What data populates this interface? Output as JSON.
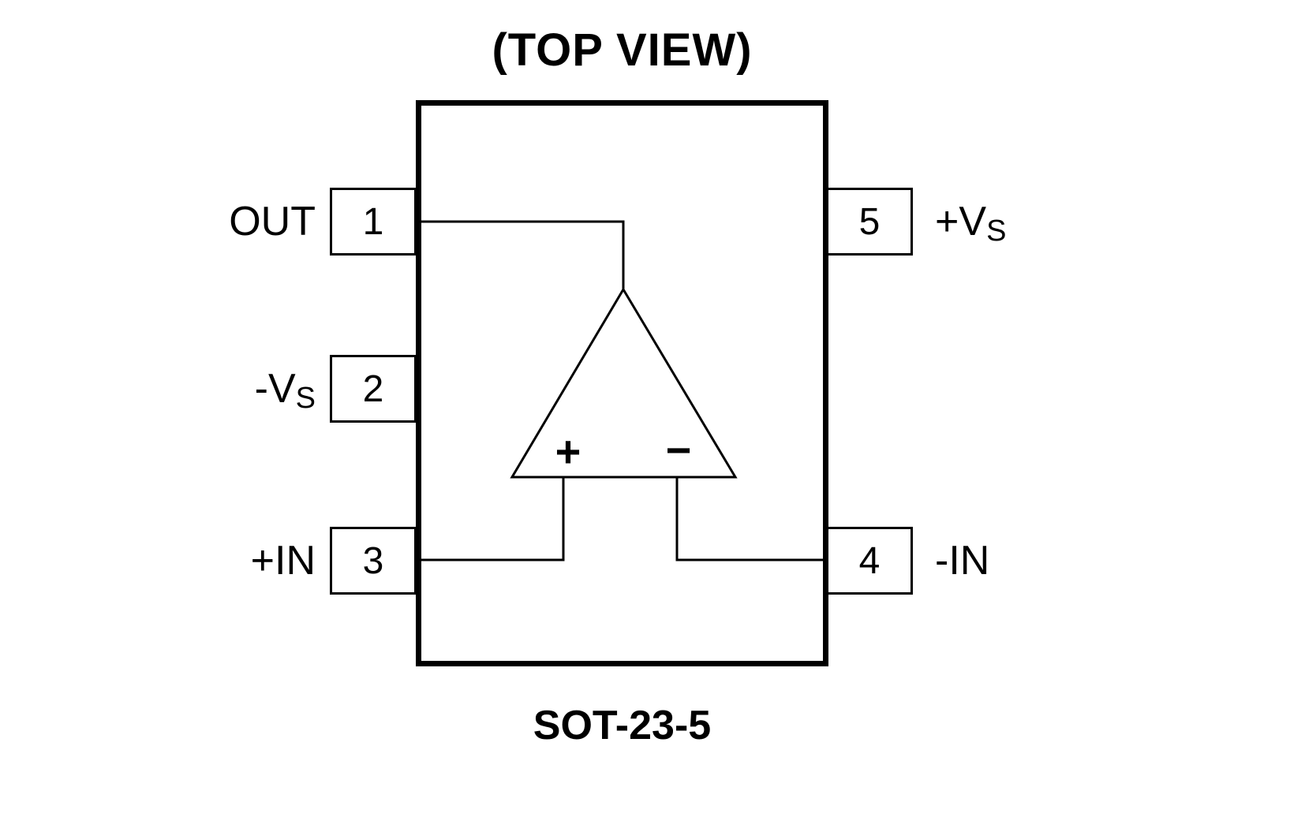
{
  "diagram": {
    "title": "(TOP VIEW)",
    "package_label": "SOT-23-5",
    "pins": [
      {
        "number": "1",
        "name": "OUT",
        "name_sub": ""
      },
      {
        "number": "2",
        "name": "-V",
        "name_sub": "S"
      },
      {
        "number": "3",
        "name": "+IN",
        "name_sub": ""
      },
      {
        "number": "4",
        "name": "-IN",
        "name_sub": ""
      },
      {
        "number": "5",
        "name": "+V",
        "name_sub": "S"
      }
    ],
    "opamp": {
      "plus_symbol": "+",
      "minus_symbol": "−"
    },
    "colors": {
      "line": "#000000",
      "background": "#ffffff"
    }
  }
}
